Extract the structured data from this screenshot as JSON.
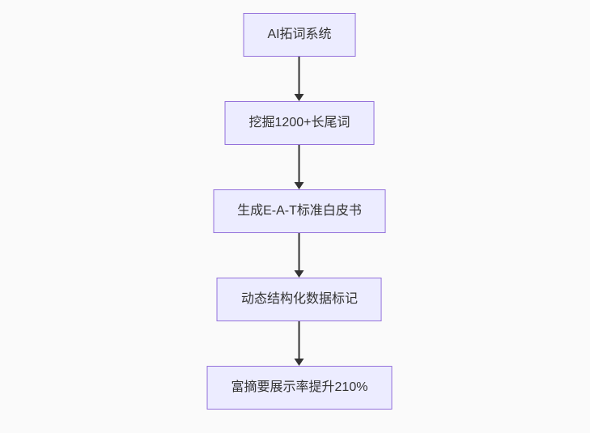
{
  "background": "#fafafa",
  "diagram": {
    "type": "flowchart",
    "direction": "top-down",
    "colors": {
      "node_fill": "#ECECFF",
      "node_border": "#9370DB",
      "arrow": "#333333",
      "text": "#333333"
    },
    "nodes": [
      {
        "label": "AI拓词系统"
      },
      {
        "label": "挖掘1200+长尾词"
      },
      {
        "label": "生成E-A-T标准白皮书"
      },
      {
        "label": "动态结构化数据标记"
      },
      {
        "label": "富摘要展示率提升210%"
      }
    ],
    "edges": [
      {
        "from": 0,
        "to": 1,
        "style": "arrow-down"
      },
      {
        "from": 1,
        "to": 2,
        "style": "arrow-down"
      },
      {
        "from": 2,
        "to": 3,
        "style": "arrow-down"
      },
      {
        "from": 3,
        "to": 4,
        "style": "arrow-down"
      }
    ]
  }
}
